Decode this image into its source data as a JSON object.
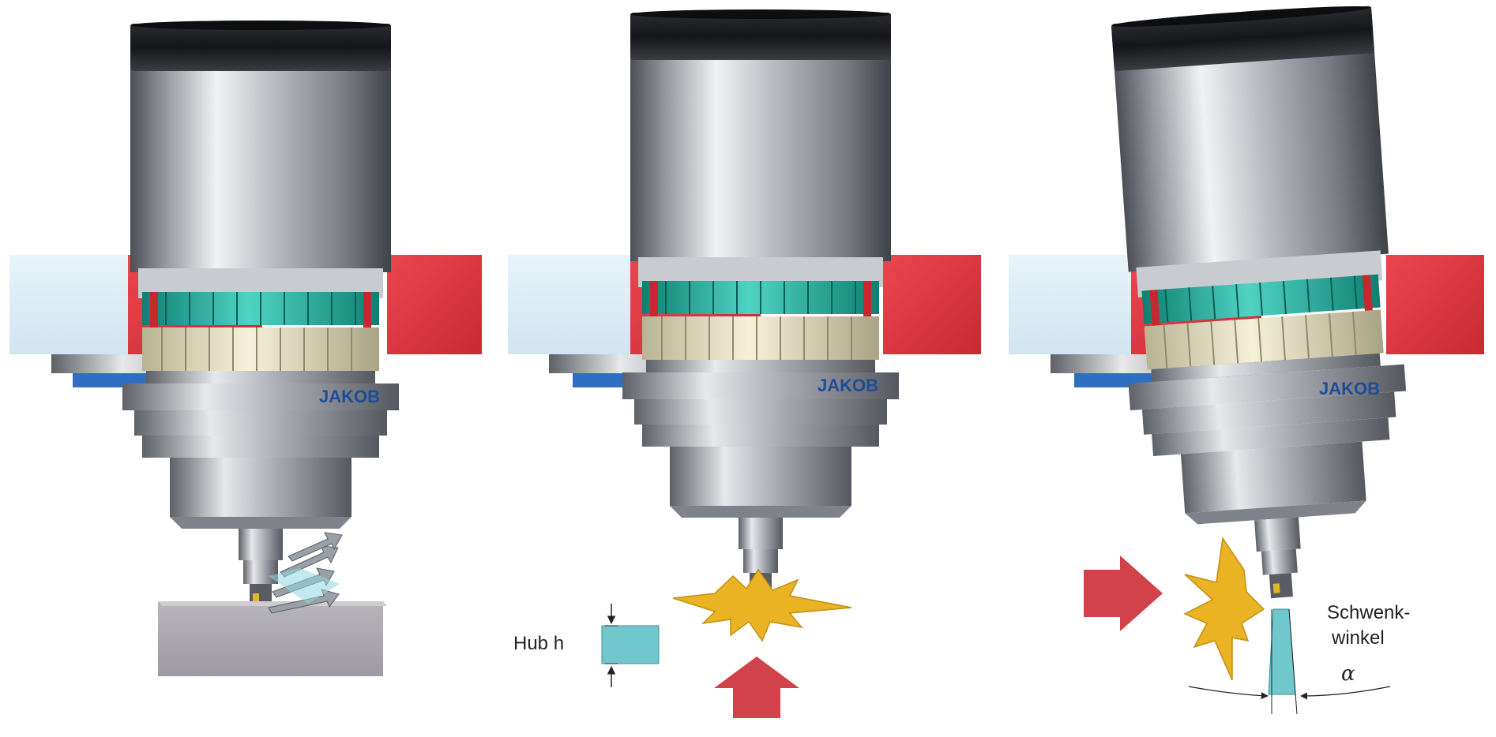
{
  "brand": "JAKOB",
  "panels": [
    {
      "id": "normal"
    },
    {
      "id": "axial-collision"
    },
    {
      "id": "lateral-collision"
    }
  ],
  "labels": {
    "stroke": "Hub h",
    "swivel_line1": "Schwenk-",
    "swivel_line2": "winkel",
    "alpha": "α"
  },
  "colors": {
    "housing_red": "#e23c45",
    "plate_lightblue": "#d9ecf5",
    "teal_gear": "#25a99a",
    "cream_gear": "#e8e2c2",
    "impact_yellow": "#e9b324",
    "force_arrow_red": "#d2424a",
    "indicator_cyan": "#71c8cc",
    "workpiece_grey": "#a9a6ad",
    "brand_blue": "#1d4e98"
  },
  "icons": [
    "collision-star-icon",
    "force-arrow-icon",
    "dimension-arrow-icon",
    "chip-arrow-icon"
  ]
}
